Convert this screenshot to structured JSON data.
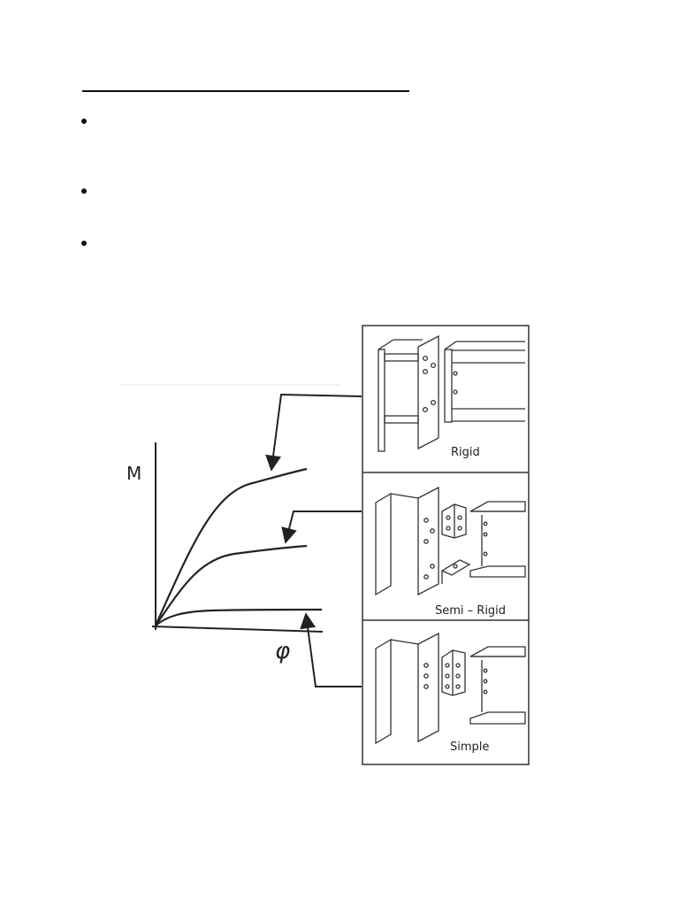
{
  "bullets": [
    {},
    {},
    {}
  ],
  "diagram": {
    "axis_y_label": "M",
    "axis_x_label": "φ",
    "connections": [
      {
        "label": "Rigid"
      },
      {
        "label": "Semi – Rigid"
      },
      {
        "label": "Simple"
      }
    ]
  }
}
